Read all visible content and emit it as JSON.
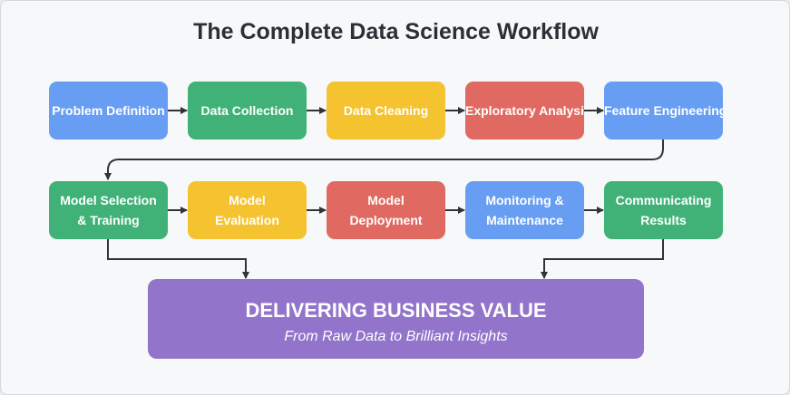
{
  "title": "The Complete Data Science Workflow",
  "colors": {
    "blue": "#679ef4",
    "green": "#40b277",
    "yellow": "#f5c330",
    "red": "#e06a62",
    "purple": "#9274cb",
    "connector": "#333333"
  },
  "steps_row1": [
    {
      "label": "Problem Definition"
    },
    {
      "label": "Data Collection"
    },
    {
      "label": "Data Cleaning"
    },
    {
      "label": "Exploratory Analysis"
    },
    {
      "label": "Feature Engineering"
    }
  ],
  "steps_row2": [
    {
      "label": "Model Selection\n& Training"
    },
    {
      "label": "Model\nEvaluation"
    },
    {
      "label": "Model\nDeployment"
    },
    {
      "label": "Monitoring &\nMaintenance"
    },
    {
      "label": "Communicating\nResults"
    }
  ],
  "outcome": {
    "title": "DELIVERING BUSINESS VALUE",
    "subtitle": "From Raw Data to Brilliant Insights"
  }
}
